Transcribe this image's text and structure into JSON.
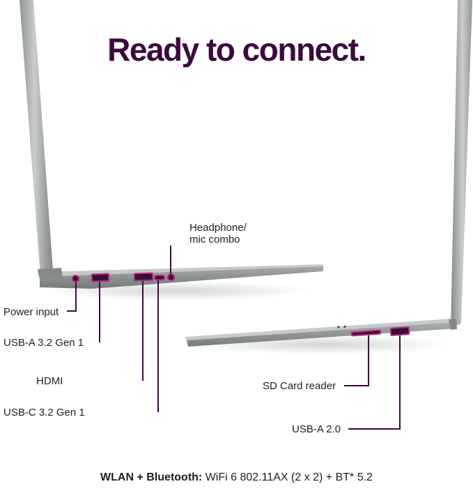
{
  "title": "Ready to connect.",
  "callouts": {
    "headphone": {
      "line1": "Headphone/",
      "line2": "mic combo"
    },
    "power": "Power input",
    "usb_a_32": "USB-A 3.2 Gen 1",
    "hdmi": "HDMI",
    "usb_c": "USB-C 3.2 Gen 1",
    "sd": "SD Card reader",
    "usb_a_20": "USB-A 2.0"
  },
  "footer": {
    "bold": "WLAN + Bluetooth:",
    "rest": "WiFi 6 802.11AX (2 x 2) + BT* 5.2"
  },
  "colors": {
    "accent": "#3d0a3d",
    "port": "#c0207b",
    "ink": "#1d1d1f"
  }
}
